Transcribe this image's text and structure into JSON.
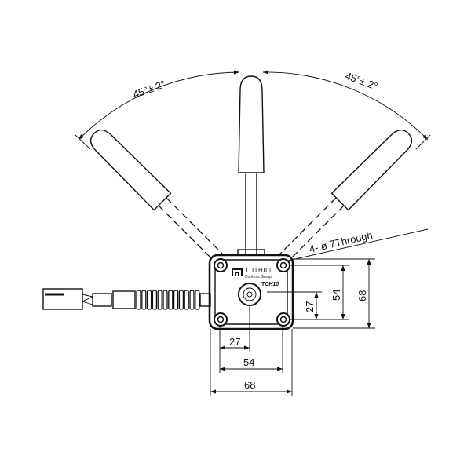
{
  "angles": {
    "left": "45°± 2°",
    "right": "45°± 2°"
  },
  "hole_note": "4- ø 7Through",
  "logo": {
    "brand": "TUTHILL",
    "sub": "Controls Group"
  },
  "model": "TCH10",
  "dimensions": {
    "horizontal": [
      "27",
      "54",
      "68"
    ],
    "vertical": [
      "54",
      "68",
      "27"
    ]
  }
}
